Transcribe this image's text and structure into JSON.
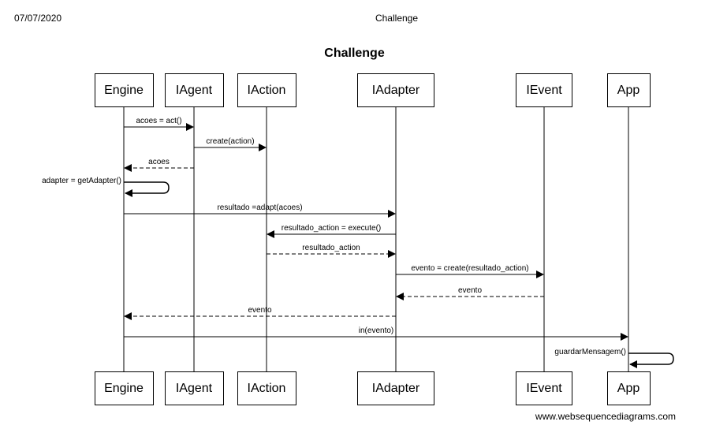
{
  "header": {
    "date": "07/07/2020",
    "title": "Challenge"
  },
  "diagram": {
    "title": "Challenge",
    "participants": [
      {
        "id": "engine",
        "label": "Engine"
      },
      {
        "id": "iagent",
        "label": "IAgent"
      },
      {
        "id": "iaction",
        "label": "IAction"
      },
      {
        "id": "iadapter",
        "label": "IAdapter"
      },
      {
        "id": "ievent",
        "label": "IEvent"
      },
      {
        "id": "app",
        "label": "App"
      }
    ],
    "messages": [
      {
        "from": 0,
        "to": 1,
        "label": "acoes = act()",
        "style": "solid"
      },
      {
        "from": 1,
        "to": 2,
        "label": "create(action)",
        "style": "solid"
      },
      {
        "from": 1,
        "to": 0,
        "label": "acoes",
        "style": "dashed"
      },
      {
        "from": 0,
        "to": 0,
        "label": "adapter = getAdapter()",
        "style": "self"
      },
      {
        "from": 0,
        "to": 3,
        "label": "resultado =adapt(acoes)",
        "style": "solid"
      },
      {
        "from": 3,
        "to": 2,
        "label": "resultado_action = execute()",
        "style": "solid"
      },
      {
        "from": 2,
        "to": 3,
        "label": "resultado_action",
        "style": "dashed"
      },
      {
        "from": 3,
        "to": 4,
        "label": "evento = create(resultado_action)",
        "style": "solid"
      },
      {
        "from": 4,
        "to": 3,
        "label": "evento",
        "style": "dashed"
      },
      {
        "from": 3,
        "to": 0,
        "label": "evento",
        "style": "dashed"
      },
      {
        "from": 0,
        "to": 5,
        "label": "in(evento)",
        "style": "solid"
      },
      {
        "from": 5,
        "to": 5,
        "label": "guardarMensagem()",
        "style": "self"
      }
    ]
  },
  "footer": {
    "text": "www.websequencediagrams.com"
  }
}
